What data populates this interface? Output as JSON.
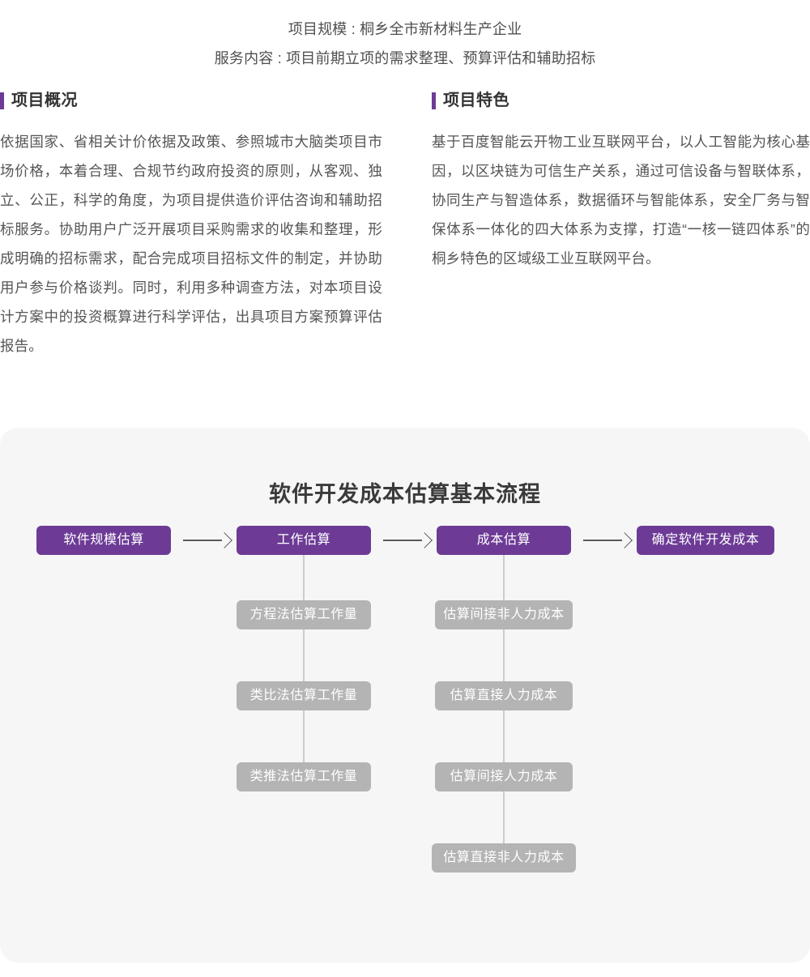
{
  "header": {
    "lines": [
      "项目规模 : 桐乡全市新材料生产企业",
      "服务内容 : 项目前期立项的需求整理、预算评估和辅助招标"
    ]
  },
  "sections": {
    "left": {
      "heading": "项目概况",
      "paragraph": "依据国家、省相关计价依据及政策、参照城市大脑类项目市场价格，本着合理、合规节约政府投资的原则，从客观、独立、公正，科学的角度，为项目提供造价评估咨询和辅助招标服务。协助用户广泛开展项目采购需求的收集和整理，形成明确的招标需求，配合完成项目招标文件的制定，并协助用户参与价格谈判。同时，利用多种调查方法，对本项目设计方案中的投资概算进行科学评估，出具项目方案预算评估报告。"
    },
    "right": {
      "heading": "项目特色",
      "paragraph": "基于百度智能云开物工业互联网平台，以人工智能为核心基因，以区块链为可信生产关系，通过可信设备与智联体系，协同生产与智造体系，数据循环与智能体系，安全厂务与智保体系一体化的四大体系为支撑，打造“一核一链四体系”的桐乡特色的区域级工业互联网平台。"
    }
  },
  "flow": {
    "title": "软件开发成本估算基本流程",
    "arrow_glyph": "⟶",
    "colors": {
      "primary": "#6d3b96",
      "secondary": "#b4b4b4",
      "card_bg": "#f6f6f6",
      "connector": "#cccccc"
    },
    "stages": [
      {
        "label": "软件规模估算",
        "children": []
      },
      {
        "label": "工作估算",
        "children": [
          "方程法估算工作量",
          "类比法估算工作量",
          "类推法估算工作量"
        ]
      },
      {
        "label": "成本估算",
        "children": [
          "估算间接非人力成本",
          "估算直接人力成本",
          "估算间接人力成本",
          "估算直接非人力成本"
        ]
      },
      {
        "label": "确定软件开发成本",
        "children": []
      }
    ]
  }
}
